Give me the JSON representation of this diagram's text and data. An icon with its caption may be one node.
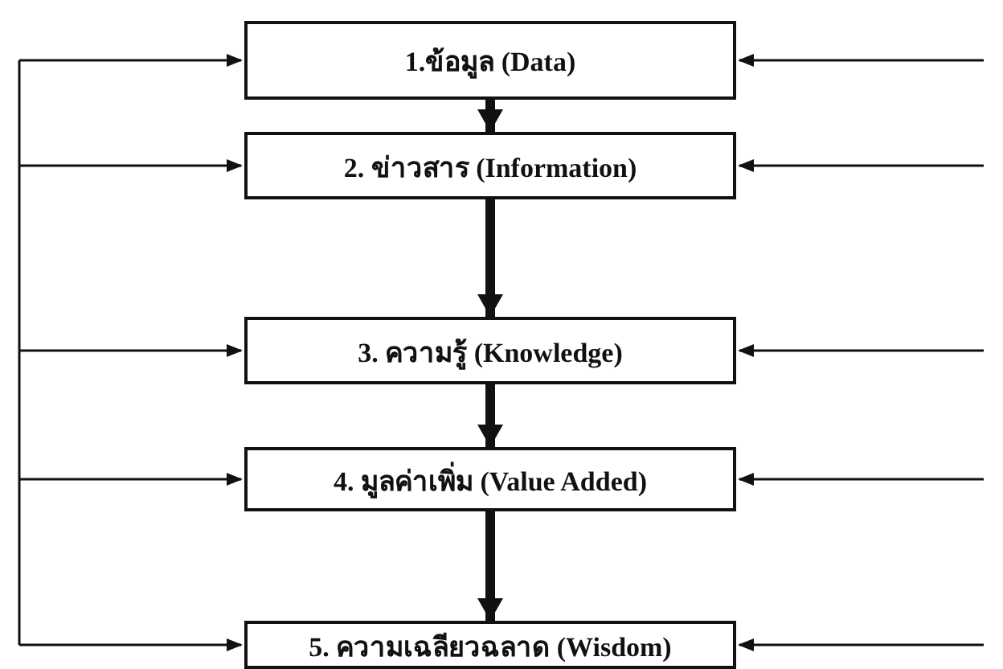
{
  "diagram": {
    "nodes": [
      {
        "text": [
          "1.ข้อมูล (Data)"
        ]
      },
      {
        "text": [
          "2. ข่าวสาร (Information)"
        ]
      },
      {
        "text": [
          "3. ความรู้ (Knowledge)"
        ]
      },
      {
        "text": [
          "4. มูลค่าเพิ่ม (Value Added)"
        ]
      },
      {
        "text": [
          "5. ความเฉลียวฉลาด (Wisdom)"
        ]
      }
    ],
    "edges": [
      {
        "from": 0,
        "to": 1,
        "arrow": "to",
        "style": "thick"
      },
      {
        "from": 1,
        "to": 2,
        "arrow": "to",
        "style": "thick"
      },
      {
        "from": 2,
        "to": 3,
        "arrow": "to",
        "style": "thick"
      },
      {
        "from": 3,
        "to": 4,
        "arrow": "to",
        "style": "thick"
      },
      {
        "from": null,
        "to": 0,
        "arrow": "to"
      },
      {
        "from": null,
        "to": 1,
        "arrow": "to"
      },
      {
        "from": null,
        "to": 2,
        "arrow": "to"
      },
      {
        "from": null,
        "to": 3,
        "arrow": "to"
      },
      {
        "from": null,
        "to": 4,
        "arrow": "to"
      },
      {
        "from": null,
        "to": 0,
        "arrow": "to"
      },
      {
        "from": null,
        "to": 1,
        "arrow": "to"
      },
      {
        "from": null,
        "to": 2,
        "arrow": "to"
      },
      {
        "from": null,
        "to": 3,
        "arrow": "to"
      },
      {
        "from": null,
        "to": 4,
        "arrow": "to"
      }
    ]
  }
}
